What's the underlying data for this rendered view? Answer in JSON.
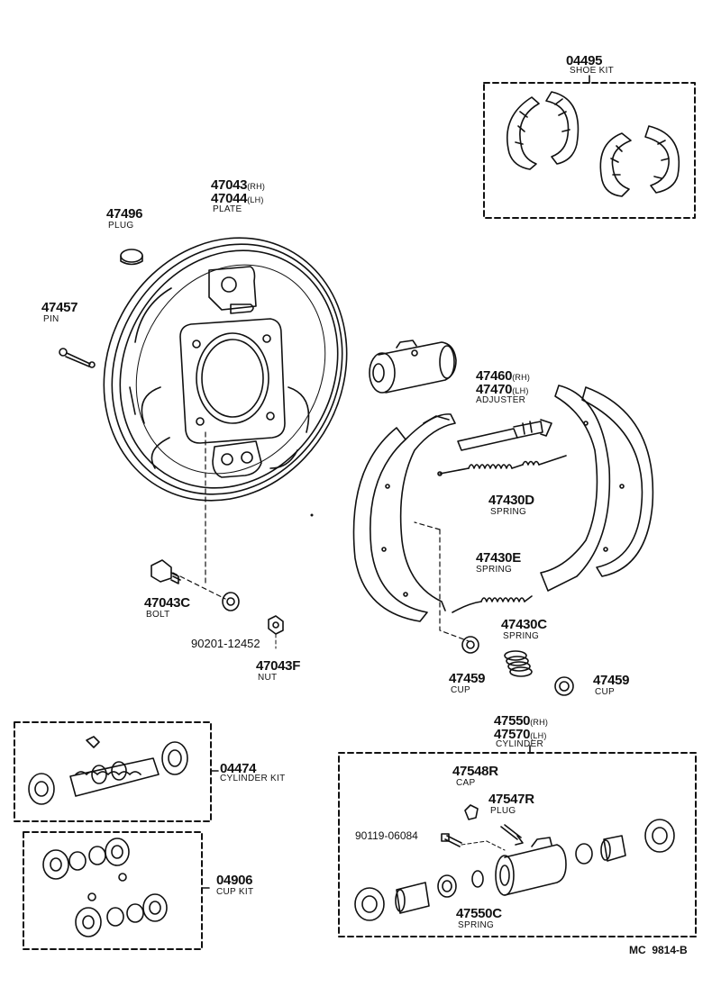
{
  "shoe_kit": {
    "number": "04495",
    "name": "SHOE KIT"
  },
  "plate": {
    "number_rh": "47043",
    "suffix_rh": "(RH)",
    "number_lh": "47044",
    "suffix_lh": "(LH)",
    "name": "PLATE"
  },
  "plug_top": {
    "number": "47496",
    "name": "PLUG"
  },
  "pin": {
    "number": "47457",
    "name": "PIN"
  },
  "adjuster": {
    "number_rh": "47460",
    "suffix_rh": "(RH)",
    "number_lh": "47470",
    "suffix_lh": "(LH)",
    "name": "ADJUSTER"
  },
  "spring_d": {
    "number": "47430D",
    "name": "SPRING"
  },
  "spring_e": {
    "number": "47430E",
    "name": "SPRING"
  },
  "spring_c": {
    "number": "47430C",
    "name": "SPRING"
  },
  "bolt": {
    "number": "47043C",
    "name": "BOLT"
  },
  "washer": {
    "number": "90201-12452"
  },
  "nut": {
    "number": "47043F",
    "name": "NUT"
  },
  "cup_left": {
    "number": "47459",
    "name": "CUP"
  },
  "cup_right": {
    "number": "47459",
    "name": "CUP"
  },
  "cylinder": {
    "number_rh": "47550",
    "suffix_rh": "(RH)",
    "number_lh": "47570",
    "suffix_lh": "(LH)",
    "name": "CYLINDER"
  },
  "cylinder_kit": {
    "number": "04474",
    "name": "CYLINDER KIT"
  },
  "cup_kit": {
    "number": "04906",
    "name": "CUP KIT"
  },
  "cap": {
    "number": "47548R",
    "name": "CAP"
  },
  "plug_bleeder": {
    "number": "47547R",
    "name": "PLUG"
  },
  "bleeder_screw": {
    "number": "90119-06084"
  },
  "spring_cyl": {
    "number": "47550C",
    "name": "SPRING"
  },
  "figure_ref": "MC  9814-B"
}
